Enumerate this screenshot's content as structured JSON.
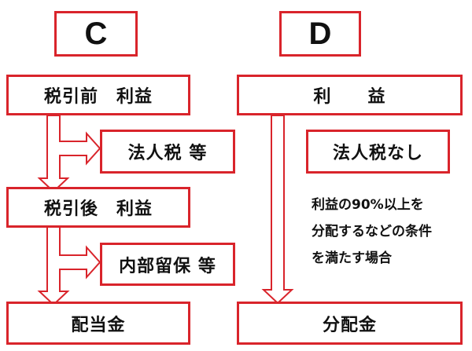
{
  "headers": {
    "c": "C",
    "d": "D"
  },
  "left": {
    "pretax": "税引前　利益",
    "tax": "法人税 等",
    "after": "税引後　利益",
    "retained": "内部留保 等",
    "dividend": "配当金"
  },
  "right": {
    "profit": "利　　益",
    "notax": "法人税なし",
    "condition": [
      "利益の90%以上を",
      "分配するなどの条件",
      "を満たす場合"
    ],
    "distribution": "分配金"
  },
  "colors": {
    "border": "#d9242b",
    "arrow": "#d9242b"
  }
}
